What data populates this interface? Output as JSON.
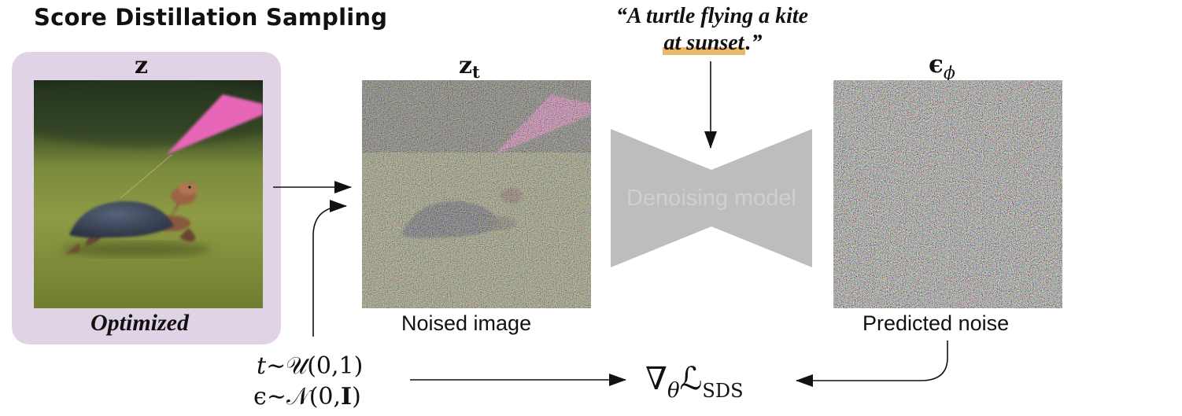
{
  "title": "Score Distillation Sampling",
  "prompt": {
    "line1": "“A turtle flying a kite",
    "line2_pre": "at sunset",
    "line2_post": ".”"
  },
  "optimized": {
    "symbol": "z",
    "caption": "Optimized"
  },
  "noised": {
    "symbol_main": "z",
    "symbol_sub": "t",
    "caption": "Noised image"
  },
  "model": {
    "label": "Denoising model"
  },
  "predicted": {
    "symbol_main": "ϵ",
    "symbol_sub": "ϕ",
    "caption": "Predicted noise"
  },
  "sampling": {
    "line1_var": "t",
    "line1_dist": "∼𝒰",
    "line1_args": "(0,1)",
    "line2_var": "ϵ",
    "line2_dist": "∼𝒩",
    "line2_args_pre": "(0,",
    "line2_bold": "I",
    "line2_args_post": ")"
  },
  "gradient": {
    "nabla": "∇",
    "sub_theta": "θ",
    "L": "ℒ",
    "sub_sds": "SDS"
  },
  "colors": {
    "optimized_bg": "#e1d3e6",
    "highlight": "#e9b86a",
    "model_fill": "#bdbdbd",
    "model_text": "#cfcfcf",
    "kite": "#e866b8"
  }
}
